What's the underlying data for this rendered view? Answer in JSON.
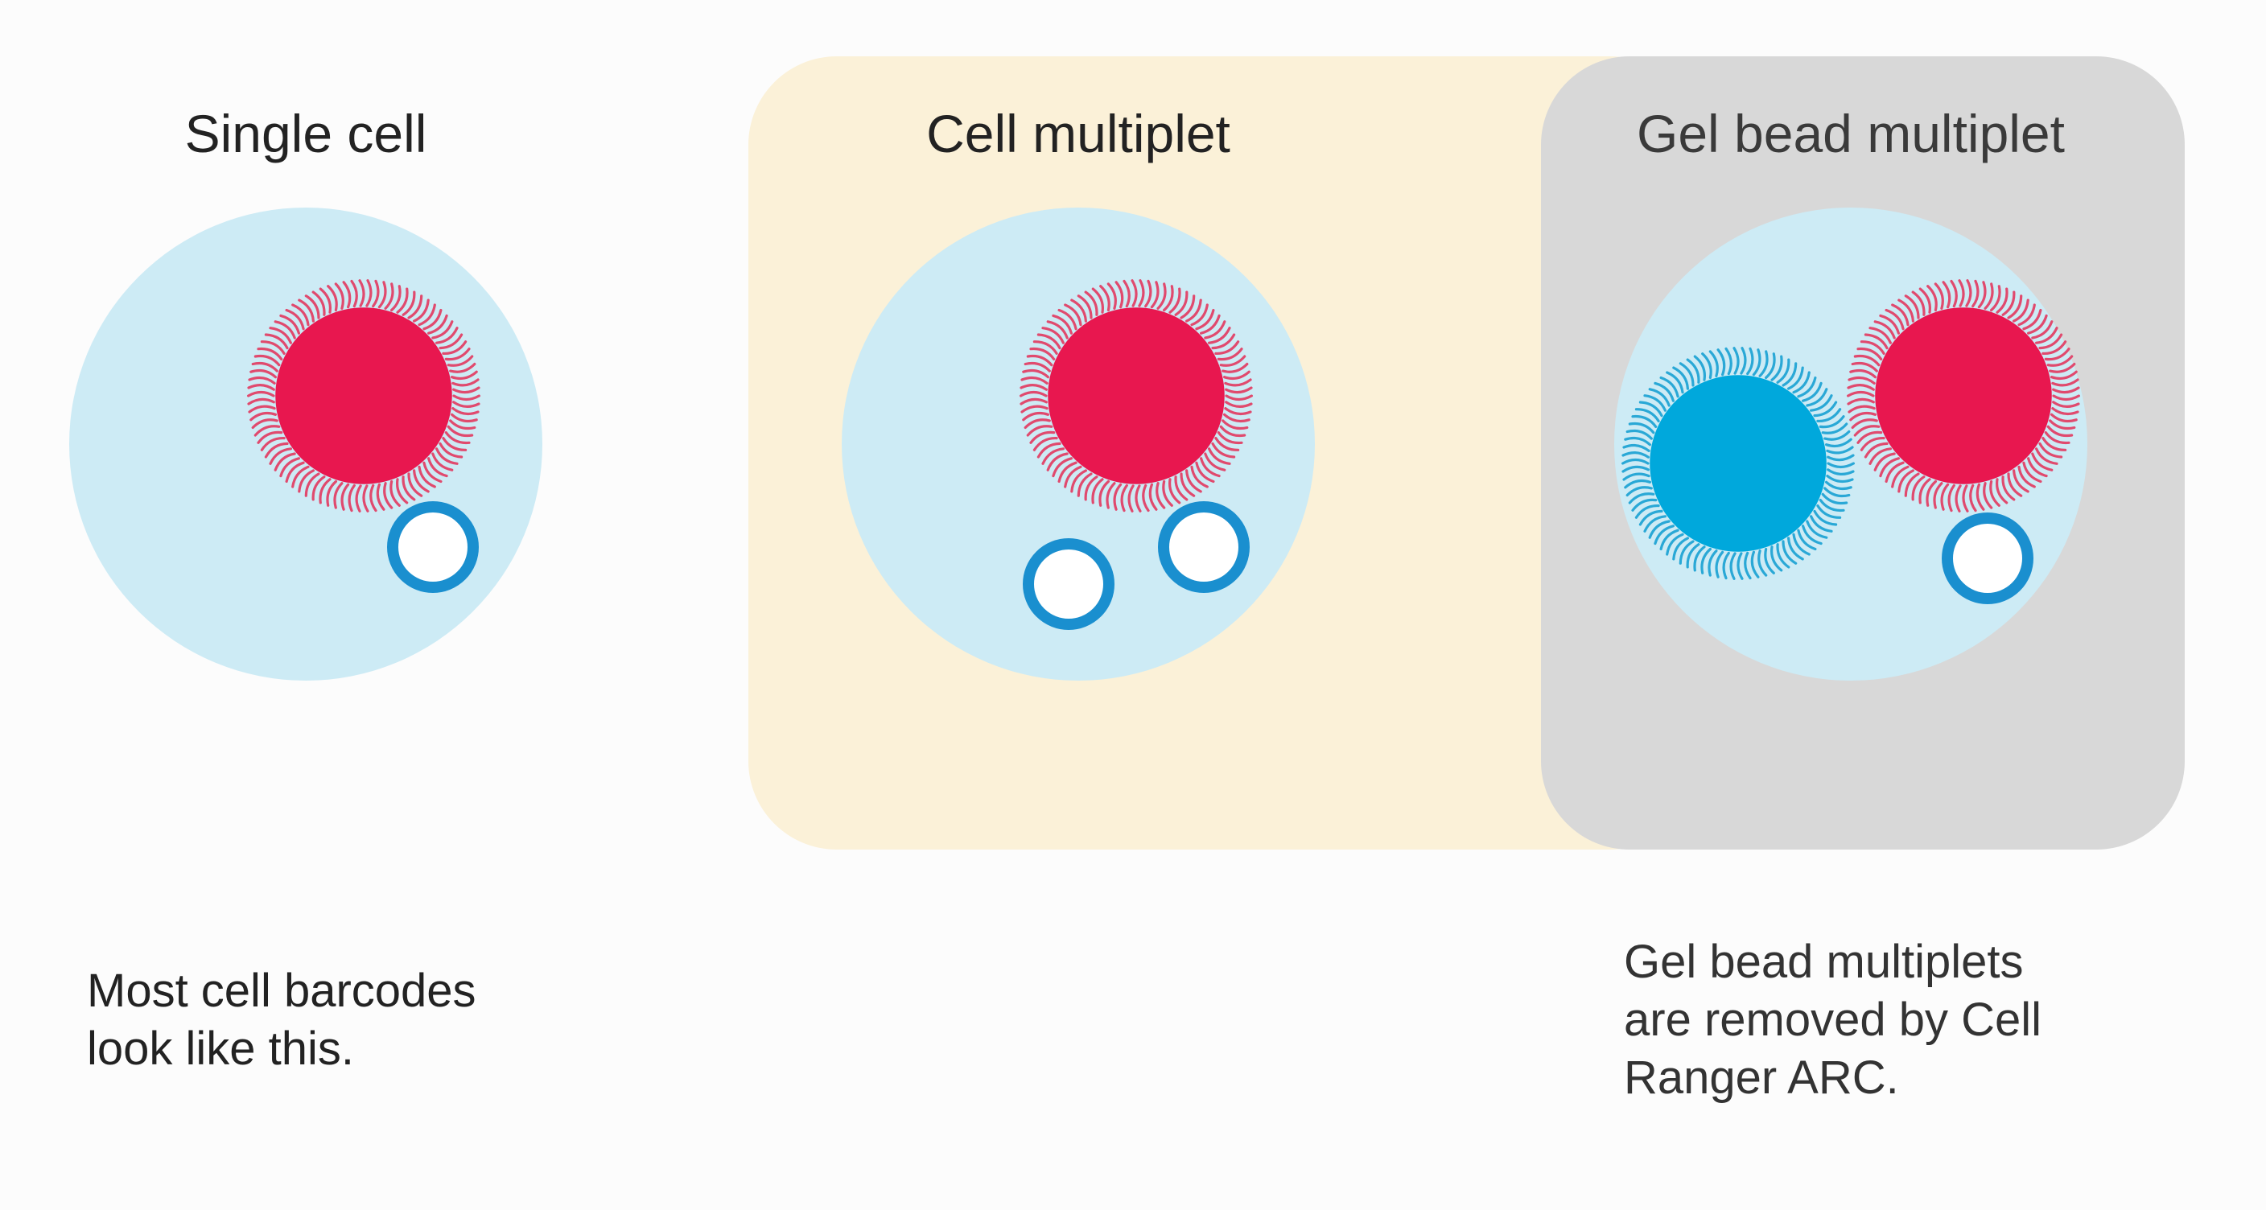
{
  "colors": {
    "droplet": "#cdebf5",
    "cell_red": "#e8174f",
    "cell_red_fringe": "#e04a6e",
    "cell_blue": "#00a8dc",
    "cell_blue_fringe": "#2aa8d6",
    "bead_ring": "#1a8fcf",
    "bead_fill": "#ffffff",
    "panel_yellow": "#fbf1d8",
    "panel_gray": "#d8d8d8"
  },
  "panels": {
    "single_cell": {
      "title": "Single cell"
    },
    "cell_multiplet": {
      "title": "Cell multiplet"
    },
    "gel_bead_multiplet": {
      "title": "Gel bead multiplet"
    }
  },
  "captions": {
    "left": "Most cell barcodes\nlook like this.",
    "right": "Gel bead multiplets\nare removed by Cell\nRanger ARC."
  },
  "droplets": [
    {
      "name": "single-cell-droplet",
      "cells": [
        "red"
      ],
      "gel_beads": 1
    },
    {
      "name": "cell-multiplet-droplet",
      "cells": [
        "red"
      ],
      "gel_beads": 2
    },
    {
      "name": "gel-bead-multiplet-droplet",
      "cells": [
        "blue",
        "red"
      ],
      "gel_beads": 1
    }
  ]
}
